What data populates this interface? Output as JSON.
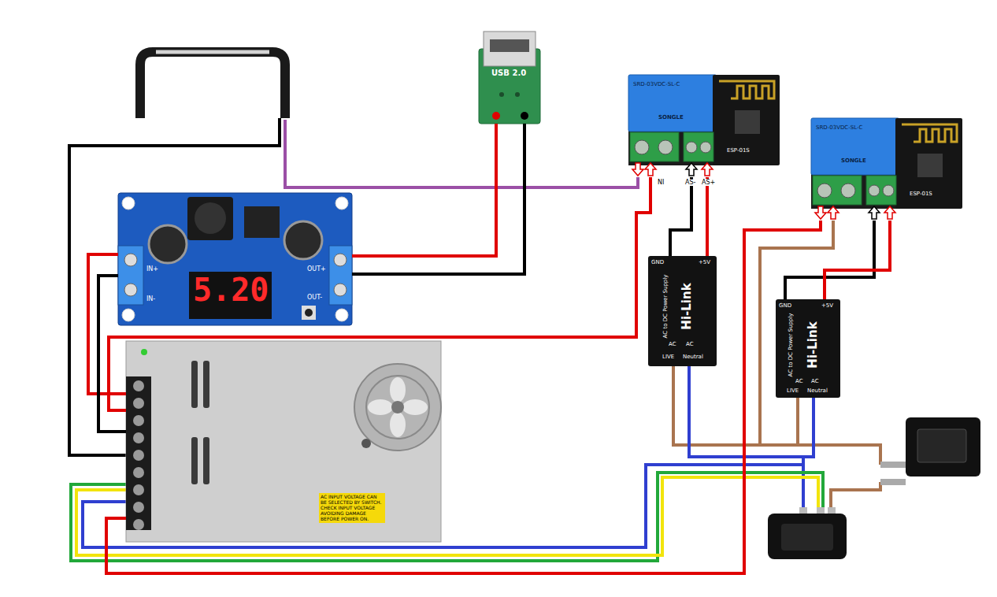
{
  "diagram": {
    "nodes": [
      {
        "text": [
          "USB 2.0"
        ]
      },
      {
        "text": [
          "SRD-03VDC-SL-C",
          "SONGLE",
          "ESP-01S"
        ]
      },
      {
        "text": [
          "SRD-03VDC-SL-C",
          "SONGLE",
          "ESP-01S"
        ]
      },
      {
        "text": [
          "5.20",
          "IN+",
          "IN-",
          "OUT+",
          "OUT-"
        ]
      },
      {
        "text": [
          "Hi-Link",
          "AC to DC Power Supply",
          "GND",
          "+5V",
          "AC",
          "AC",
          "LIVE",
          "Neutral"
        ]
      },
      {
        "text": [
          "Hi-Link",
          "AC to DC Power Supply",
          "GND",
          "+5V",
          "AC",
          "AC",
          "LIVE",
          "Neutral"
        ]
      },
      {
        "text": [
          "AC INPUT VOLTAGE CAN BE SELECTED BY SWITCH. CHECK INPUT VOLTAGE AVOIDING DAMAGE BEFORE POWER ON."
        ]
      }
    ],
    "edges": [
      {
        "from": 3,
        "to": 0,
        "arrow": "none"
      },
      {
        "from": 3,
        "to": 0,
        "arrow": "none"
      },
      {
        "from": 6,
        "to": 3,
        "arrow": "none"
      },
      {
        "from": 6,
        "to": 3,
        "arrow": "none"
      },
      {
        "from": 6,
        "to": 1,
        "arrow": "none"
      },
      {
        "from": 4,
        "to": 1,
        "arrow": "none"
      },
      {
        "from": 4,
        "to": 1,
        "arrow": "none"
      },
      {
        "from": 5,
        "to": 2,
        "arrow": "none"
      },
      {
        "from": 5,
        "to": 2,
        "arrow": "none"
      },
      {
        "from": 2,
        "to": 6,
        "arrow": "none"
      }
    ],
    "labels": [
      "NI",
      "AS-",
      "AS+"
    ]
  }
}
